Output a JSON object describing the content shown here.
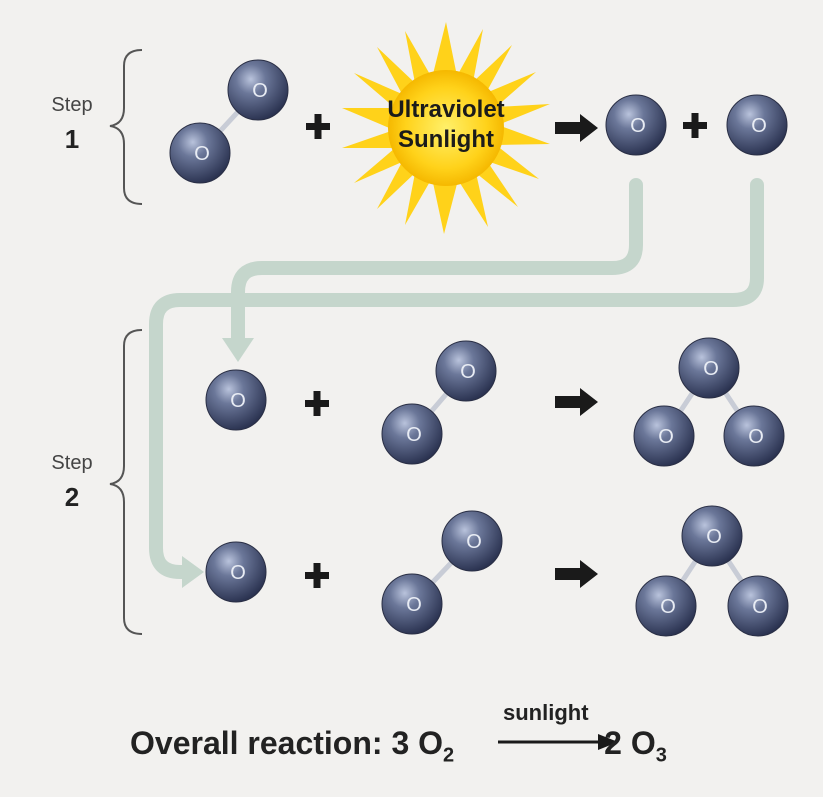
{
  "step1": {
    "word": "Step",
    "number": "1"
  },
  "step2": {
    "word": "Step",
    "number": "2"
  },
  "sun": {
    "line1": "Ultraviolet",
    "line2": "Sunlight",
    "color": "#ffd21a"
  },
  "atom_label": "O",
  "plus": "+",
  "overall": {
    "prefix": "Overall reaction: 3 O",
    "reactant_sub": "2",
    "arrow_label": "sunlight",
    "product": "2 O",
    "product_sub": "3"
  },
  "colors": {
    "atom": "#4a5678",
    "flow_arrow": "#c5d6cc",
    "bracket": "#555555"
  }
}
